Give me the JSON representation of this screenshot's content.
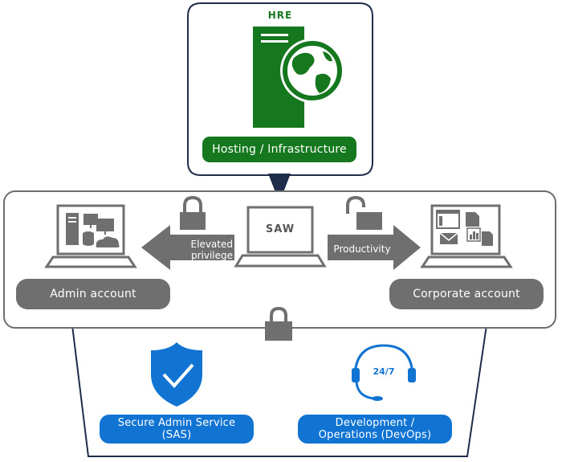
{
  "hre": {
    "title": "HRE",
    "label": "Hosting / Infrastructure"
  },
  "saw": {
    "label": "SAW"
  },
  "arrows": {
    "elevated": "Elevated privilege",
    "elevated_line1": "Elevated",
    "elevated_line2": "privilege",
    "productivity": "Productivity"
  },
  "accounts": {
    "admin": "Admin account",
    "corporate": "Corporate account"
  },
  "services": {
    "sas": "Secure Admin Service (SAS)",
    "sas_line1": "Secure Admin Service",
    "sas_line2": "(SAS)",
    "devops": "Development / Operations (DevOps)",
    "devops_line1": "Development /",
    "devops_line2": "Operations (DevOps)",
    "devops_badge": "24/7"
  },
  "colors": {
    "green": "#15781e",
    "gray": "#6f6f6f",
    "blue": "#1274d2",
    "navy": "#1f2d4a"
  }
}
